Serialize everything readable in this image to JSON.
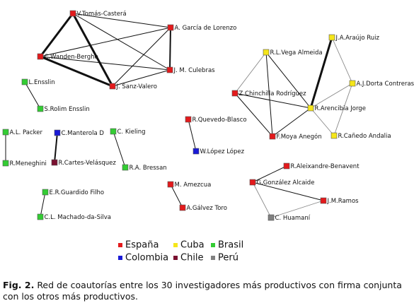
{
  "colors": {
    "España": "#e31a1c",
    "Cuba": "#f5e61a",
    "Brasil": "#33cc33",
    "Colombia": "#1a1ad6",
    "Chile": "#7a1030",
    "Perú": "#808080",
    "edge": "#111111",
    "edge_light": "#888888"
  },
  "nodes": [
    {
      "id": "tomas",
      "label": "V.Tomás-Casterá",
      "country": "España"
    },
    {
      "id": "garcia",
      "label": "A. García de Lorenzo",
      "country": "España"
    },
    {
      "id": "wanden",
      "label": "C.Wanden-Berghe",
      "country": "España"
    },
    {
      "id": "culebras",
      "label": "J. M. Culebras",
      "country": "España"
    },
    {
      "id": "sanz",
      "label": "J. Sanz-Valero",
      "country": "España"
    },
    {
      "id": "ensslin",
      "label": "L.Ensslin",
      "country": "Brasil"
    },
    {
      "id": "srolim",
      "label": "S.Rolim Ensslin",
      "country": "Brasil"
    },
    {
      "id": "packer",
      "label": "A.L. Packer",
      "country": "Brasil"
    },
    {
      "id": "meneghini",
      "label": "R.Meneghini",
      "country": "Brasil"
    },
    {
      "id": "manterola",
      "label": "C.Manterola D",
      "country": "Colombia"
    },
    {
      "id": "cartes",
      "label": "R.Cartes-Velásquez",
      "country": "Chile"
    },
    {
      "id": "kieling",
      "label": "C. Kieling",
      "country": "Brasil"
    },
    {
      "id": "bressan",
      "label": "R.A. Bressan",
      "country": "Brasil"
    },
    {
      "id": "quevedo",
      "label": "R.Quevedo-Blasco",
      "country": "España"
    },
    {
      "id": "lopez",
      "label": "W.López López",
      "country": "Colombia"
    },
    {
      "id": "guardido",
      "label": "E.R.Guardido Filho",
      "country": "Brasil"
    },
    {
      "id": "machado",
      "label": "C.L. Machado-da-Silva",
      "country": "Brasil"
    },
    {
      "id": "amezcua",
      "label": "M. Amezcua",
      "country": "España"
    },
    {
      "id": "galvez",
      "label": "A.Gálvez Toro",
      "country": "España"
    },
    {
      "id": "araujo",
      "label": "J.A.Araújo Ruiz",
      "country": "Cuba"
    },
    {
      "id": "vega",
      "label": "R.L.Vega Almeida",
      "country": "Cuba"
    },
    {
      "id": "dorta",
      "label": "A.J.Dorta Contreras",
      "country": "Cuba"
    },
    {
      "id": "chinchilla",
      "label": "Z.Chinchilla Rodríguez",
      "country": "España"
    },
    {
      "id": "arencibia",
      "label": "R.Arencibia Jorge",
      "country": "Cuba"
    },
    {
      "id": "moya",
      "label": "F.Moya Anegón",
      "country": "España"
    },
    {
      "id": "canedo",
      "label": "R.Cañedo Andalia",
      "country": "Cuba"
    },
    {
      "id": "aleixandre",
      "label": "R.Aleixandre-Benavent",
      "country": "España"
    },
    {
      "id": "gonzalez",
      "label": "G.González Alcaide",
      "country": "España"
    },
    {
      "id": "ramos",
      "label": "J.M.Ramos",
      "country": "España"
    },
    {
      "id": "huamani",
      "label": "C. Huamaní",
      "country": "Perú"
    }
  ],
  "edges": [
    {
      "from": "tomas",
      "to": "wanden",
      "weight": 3
    },
    {
      "from": "tomas",
      "to": "sanz",
      "weight": 3
    },
    {
      "from": "wanden",
      "to": "sanz",
      "weight": 3
    },
    {
      "from": "garcia",
      "to": "culebras",
      "weight": 2
    },
    {
      "from": "tomas",
      "to": "garcia",
      "weight": 1
    },
    {
      "from": "tomas",
      "to": "culebras",
      "weight": 1
    },
    {
      "from": "wanden",
      "to": "garcia",
      "weight": 1
    },
    {
      "from": "wanden",
      "to": "culebras",
      "weight": 1
    },
    {
      "from": "sanz",
      "to": "garcia",
      "weight": 1
    },
    {
      "from": "sanz",
      "to": "culebras",
      "weight": 1
    },
    {
      "from": "ensslin",
      "to": "srolim",
      "weight": 1
    },
    {
      "from": "packer",
      "to": "meneghini",
      "weight": 1
    },
    {
      "from": "manterola",
      "to": "cartes",
      "weight": 2
    },
    {
      "from": "kieling",
      "to": "bressan",
      "weight": 1
    },
    {
      "from": "quevedo",
      "to": "lopez",
      "weight": 1
    },
    {
      "from": "guardido",
      "to": "machado",
      "weight": 1
    },
    {
      "from": "amezcua",
      "to": "galvez",
      "weight": 1
    },
    {
      "from": "araujo",
      "to": "arencibia",
      "weight": 3
    },
    {
      "from": "araujo",
      "to": "dorta",
      "weight": 0.5
    },
    {
      "from": "dorta",
      "to": "arencibia",
      "weight": 0.5
    },
    {
      "from": "dorta",
      "to": "canedo",
      "weight": 0.5
    },
    {
      "from": "arencibia",
      "to": "canedo",
      "weight": 0.5
    },
    {
      "from": "vega",
      "to": "arencibia",
      "weight": 1
    },
    {
      "from": "vega",
      "to": "chinchilla",
      "weight": 0.5
    },
    {
      "from": "vega",
      "to": "moya",
      "weight": 1
    },
    {
      "from": "chinchilla",
      "to": "arencibia",
      "weight": 1
    },
    {
      "from": "chinchilla",
      "to": "moya",
      "weight": 1.5
    },
    {
      "from": "arencibia",
      "to": "moya",
      "weight": 1
    },
    {
      "from": "aleixandre",
      "to": "gonzalez",
      "weight": 1
    },
    {
      "from": "gonzalez",
      "to": "ramos",
      "weight": 1
    },
    {
      "from": "gonzalez",
      "to": "huamani",
      "weight": 0.5
    },
    {
      "from": "ramos",
      "to": "huamani",
      "weight": 0.5
    }
  ],
  "legend": [
    {
      "country": "España",
      "label": "España"
    },
    {
      "country": "Cuba",
      "label": "Cuba"
    },
    {
      "country": "Brasil",
      "label": "Brasil"
    },
    {
      "country": "Colombia",
      "label": "Colombia"
    },
    {
      "country": "Chile",
      "label": "Chile"
    },
    {
      "country": "Perú",
      "label": "Perú"
    }
  ],
  "caption": {
    "label": "Fig. 2.",
    "text": "Red de coautorías entre los 30 investigadores más productivos con firma conjunta con los otros más productivos."
  }
}
